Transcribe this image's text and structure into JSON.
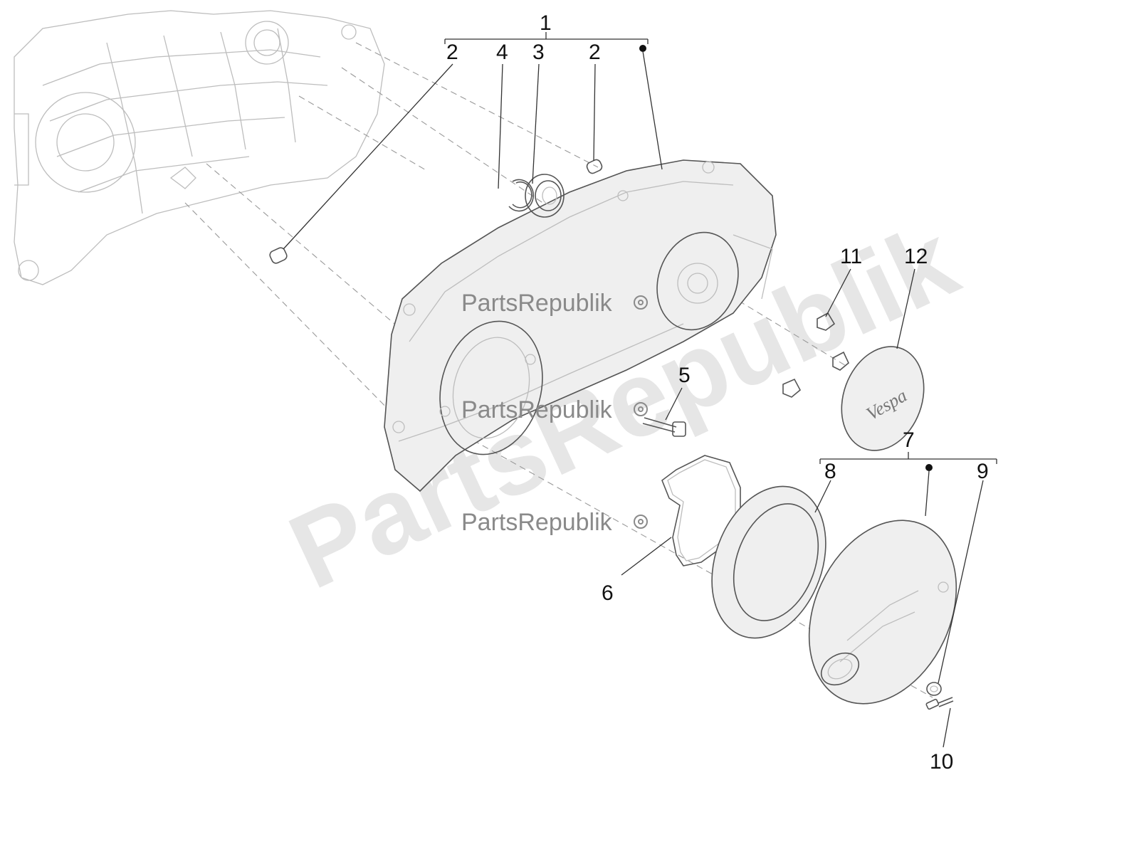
{
  "watermark": {
    "brand": "PartsRepublik",
    "big": "PartsRepublik"
  },
  "callouts": {
    "c1": "1",
    "c2a": "2",
    "c4": "4",
    "c3": "3",
    "c2b": "2",
    "c5": "5",
    "c6": "6",
    "c7": "7",
    "c8": "8",
    "c9": "9",
    "c10": "10",
    "c11": "11",
    "c12": "12"
  },
  "parts": {
    "cover_logo": "Vespa"
  }
}
